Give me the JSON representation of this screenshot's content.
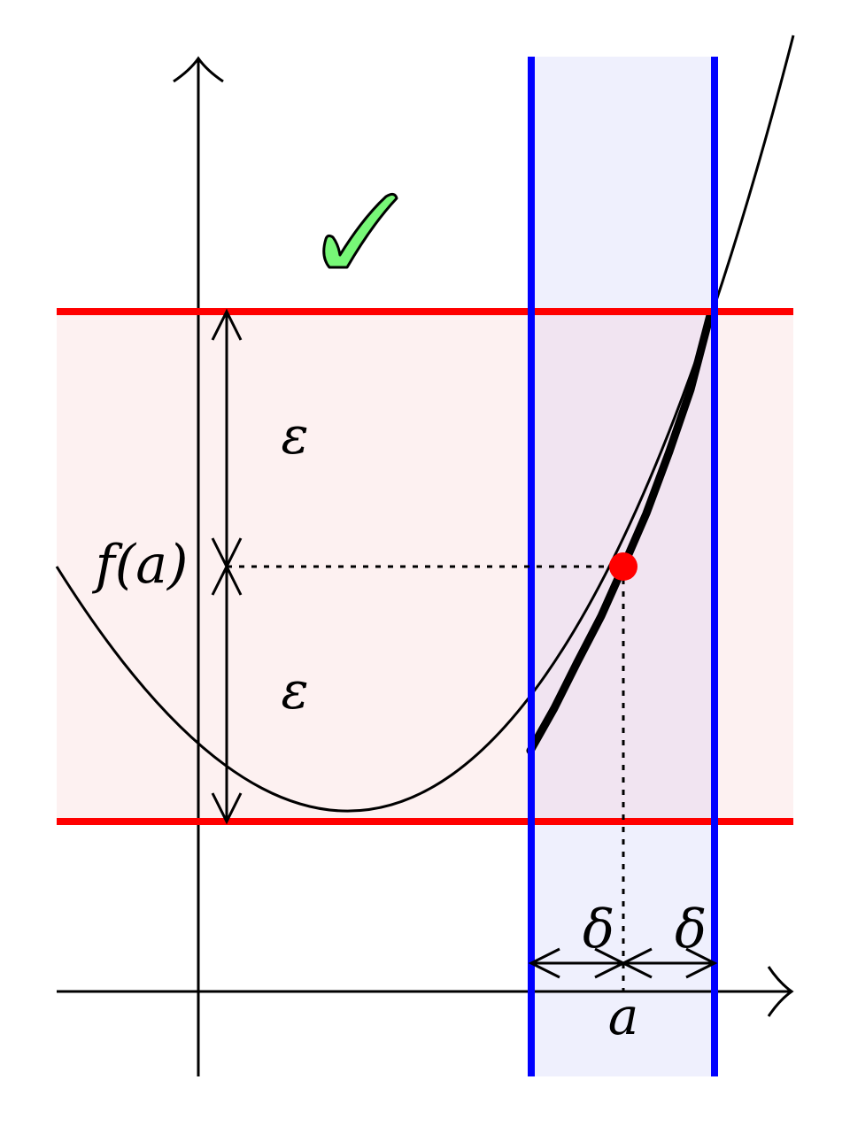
{
  "labels": {
    "epsilon_upper": "ε",
    "epsilon_lower": "ε",
    "f_of_a": "f(a)",
    "delta_left": "δ",
    "delta_right": "δ",
    "a": "a",
    "checkmark": "✓"
  },
  "colors": {
    "epsilon_band_lines": "#ff0000",
    "epsilon_band_fill": "#fdf1f1",
    "delta_band_lines": "#0000ff",
    "delta_band_fill": "#eff0fd",
    "band_overlap_fill": "#f1e4f1",
    "point": "#ff0000",
    "checkmark_fill": "#77f777",
    "axes": "#000000",
    "curve": "#000000"
  },
  "icons": {
    "checkmark": "check-mark-icon"
  }
}
